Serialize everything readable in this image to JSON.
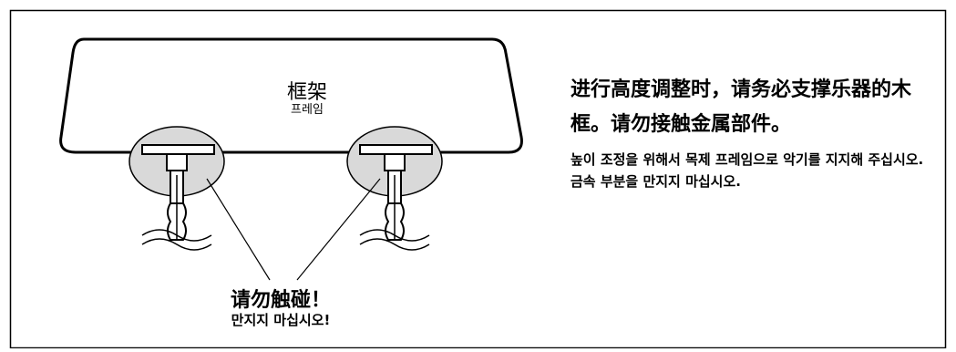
{
  "frame": {
    "label_cn": "框架",
    "label_kr": "프레임"
  },
  "warning": {
    "cn": "请勿触碰！",
    "kr": "만지지 마십시오!"
  },
  "instructions": {
    "cn": "进行高度调整时，请务必支撑乐器的木框。请勿接触金属部件。",
    "kr": "높이 조정을 위해서 목제 프레임으로 악기를 지지해 주십시오. 금속 부분을 만지지 마십시오."
  },
  "colors": {
    "highlight": "#d9d9d9",
    "stroke": "#000000"
  }
}
